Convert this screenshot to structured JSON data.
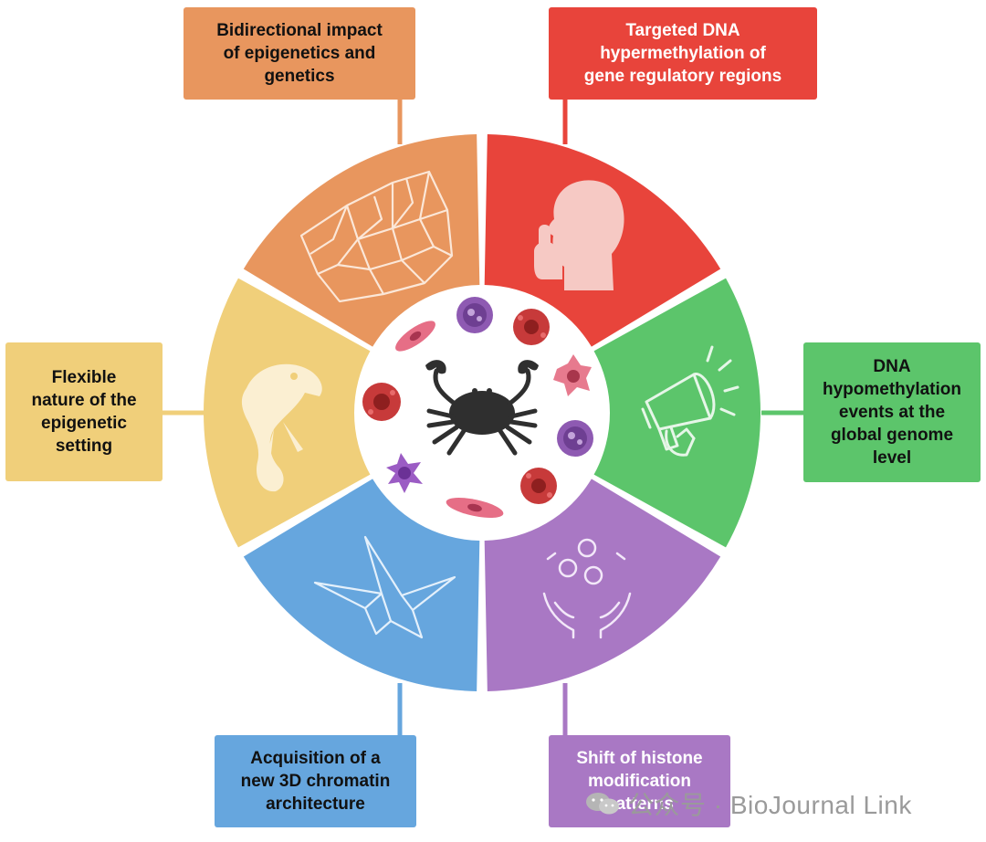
{
  "segments": [
    {
      "id": "bidirectional",
      "label": "Bidirectional impact\nof epigenetics and\ngenetics",
      "color": "#E8965E",
      "icon": "cracked-tile-icon"
    },
    {
      "id": "targeted",
      "label": "Targeted DNA\nhypermethylation of\ngene regulatory regions",
      "color": "#E8443B",
      "icon": "silence-head-icon"
    },
    {
      "id": "hypomethylation",
      "label": "DNA\nhypomethylation\nevents at the\nglobal genome\nlevel",
      "color": "#5CC56B",
      "icon": "megaphone-hand-icon"
    },
    {
      "id": "histone",
      "label": "Shift of histone\nmodification\npatterns",
      "color": "#A978C4",
      "icon": "juggling-hands-icon"
    },
    {
      "id": "chromatin",
      "label": "Acquisition of a\nnew 3D chromatin\narchitecture",
      "color": "#66A6DE",
      "icon": "origami-crane-icon"
    },
    {
      "id": "flexible",
      "label": "Flexible\nnature of the\nepigenetic\nsetting",
      "color": "#F0CF7A",
      "icon": "chameleon-icon"
    }
  ],
  "center": {
    "icon": "crab-icon"
  },
  "watermark": {
    "text": "公众号 · BioJournal Link",
    "icon": "wechat-icon"
  }
}
